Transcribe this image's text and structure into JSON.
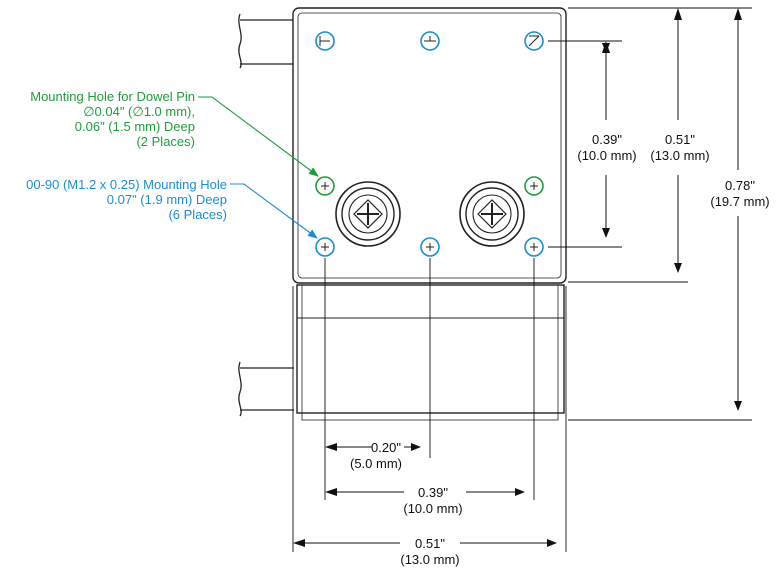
{
  "colors": {
    "outline": "#222222",
    "dowel": "#1e9e3a",
    "mount": "#1a8fd0",
    "dimension": "#111111"
  },
  "callouts": {
    "dowel": {
      "line1": "Mounting Hole for Dowel Pin",
      "line2": "∅0.04\" (∅1.0 mm),",
      "line3": "0.06\" (1.5 mm) Deep",
      "line4": "(2 Places)"
    },
    "mount": {
      "line1": "00-90 (M1.2 x 0.25) Mounting Hole",
      "line2": "0.07\" (1.9 mm) Deep",
      "line3": "(6 Places)"
    }
  },
  "dimensions": {
    "v_hole_spacing": {
      "inch": "0.39\"",
      "mm": "(10.0 mm)"
    },
    "v_body_height": {
      "inch": "0.51\"",
      "mm": "(13.0 mm)"
    },
    "v_overall": {
      "inch": "0.78\"",
      "mm": "(19.7 mm)"
    },
    "h_center_offset": {
      "inch": "0.20\"",
      "mm": "(5.0 mm)"
    },
    "h_hole_spacing": {
      "inch": "0.39\"",
      "mm": "(10.0 mm)"
    },
    "h_body_width": {
      "inch": "0.51\"",
      "mm": "(13.0 mm)"
    }
  }
}
